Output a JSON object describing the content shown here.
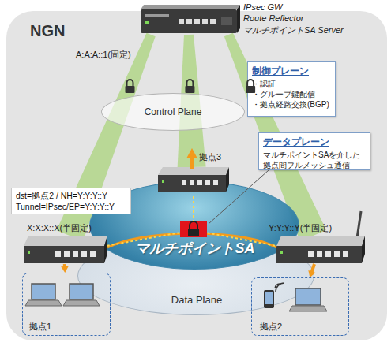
{
  "diagram": {
    "nodes": [
      {
        "text": [
          "NGN"
        ]
      },
      {
        "text": [
          "IPsec GW",
          "Route Reflector",
          "マルチポイントSA Server",
          "A:A:A::1(固定)"
        ],
        "in": 0
      },
      {
        "text": [
          "制御プレーン",
          "・認証",
          "・グループ鍵配信",
          "・拠点経路交換(BGP)"
        ],
        "in": 0
      },
      {
        "text": [
          "Control Plane"
        ],
        "in": 0
      },
      {
        "text": [
          "データプレーン",
          "マルチポイントSAを介した 拠点間フルメッシュ通信"
        ],
        "in": 0
      },
      {
        "text": [
          "Data Plane"
        ],
        "in": 0
      },
      {
        "text": [
          "マルチポイントSA"
        ],
        "in": 0
      },
      {
        "text": [
          "拠点3"
        ],
        "in": 0
      },
      {
        "text": [
          "dst=拠点2 / NH=Y:Y:Y::Y",
          "Tunnel=IPsec/EP=Y:Y:Y::Y"
        ],
        "in": 0
      },
      {
        "text": [
          "X:X:X::X(半固定)"
        ],
        "in": 0
      },
      {
        "text": [
          "Y:Y:Y::Y(半固定)"
        ],
        "in": 0
      },
      {
        "text": [
          "拠点1"
        ],
        "in": 0
      },
      {
        "text": [
          "拠点2"
        ],
        "in": 0
      }
    ],
    "edges": [
      {
        "from": 1,
        "to": 9,
        "arrow": "none"
      },
      {
        "from": 1,
        "to": 7,
        "arrow": "none"
      },
      {
        "from": 1,
        "to": 10,
        "arrow": "none"
      },
      {
        "from": 9,
        "to": 11,
        "arrow": "to"
      },
      {
        "from": 10,
        "to": 12,
        "arrow": "to"
      }
    ]
  }
}
